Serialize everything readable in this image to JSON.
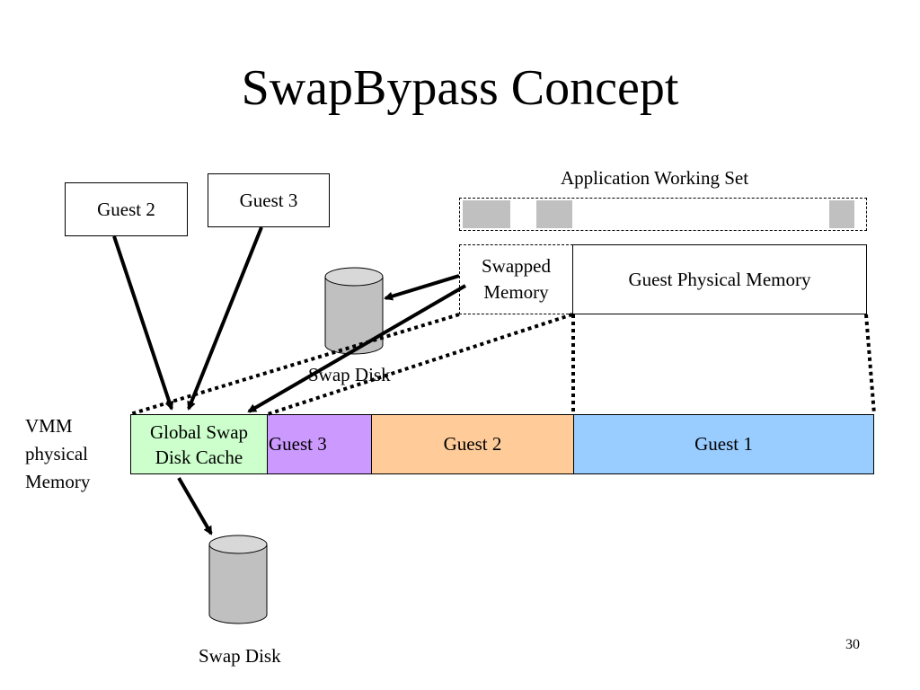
{
  "slide": {
    "title": "SwapBypass Concept",
    "page_number": "30"
  },
  "guests_top": {
    "guest2": "Guest 2",
    "guest3": "Guest 3"
  },
  "working_set": {
    "label": "Application Working Set"
  },
  "guest_view": {
    "swapped_line1": "Swapped",
    "swapped_line2": "Memory",
    "physical": "Guest Physical Memory"
  },
  "swap_disks": {
    "upper_label": "Swap Disk",
    "lower_label": "Swap Disk"
  },
  "vmm": {
    "line1": "VMM",
    "line2": "physical",
    "line3": "Memory",
    "cache_line1": "Global Swap",
    "cache_line2": "Disk Cache",
    "seg_guest3": "Guest 3",
    "seg_guest2": "Guest 2",
    "seg_guest1": "Guest 1"
  },
  "colors": {
    "cache_green": "#ccffcc",
    "guest3_purple": "#cc99ff",
    "guest2_orange": "#ffcc99",
    "guest1_blue": "#99ccff",
    "disk_grey": "#c0c0c0"
  }
}
